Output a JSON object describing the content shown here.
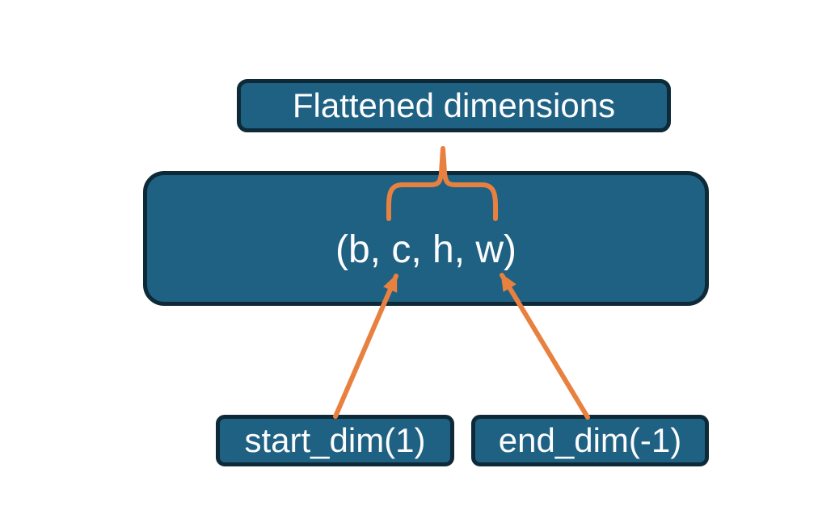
{
  "diagram": {
    "title_box": {
      "label": "Flattened dimensions"
    },
    "tensor_box": {
      "label": "(b, c, h, w)"
    },
    "start_box": {
      "label": "start_dim(1)"
    },
    "end_box": {
      "label": "end_dim(-1)"
    },
    "connectors": {
      "brace": "flattened-range-brace",
      "start_arrow": "start-dim-to-c-arrow",
      "end_arrow": "end-dim-to-w-arrow"
    },
    "colors": {
      "box_fill": "#1e6183",
      "box_border": "#0e2a38",
      "accent_orange": "#e8813f",
      "text": "#fdfdfd",
      "background": "#ffffff"
    }
  }
}
